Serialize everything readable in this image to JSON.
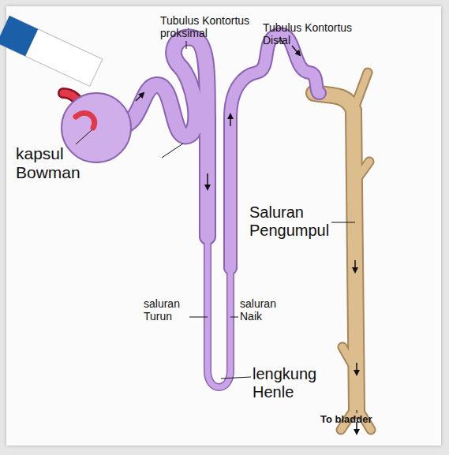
{
  "diagram": {
    "labels": [
      "Tubulus Kontortus proksimal",
      "Tubulus Kontortus Distal",
      "kapsul Bowman",
      "Saluran Pengumpul",
      "saluran Turun",
      "saluran Naik",
      "lengkung Henle",
      "To bladder"
    ]
  }
}
